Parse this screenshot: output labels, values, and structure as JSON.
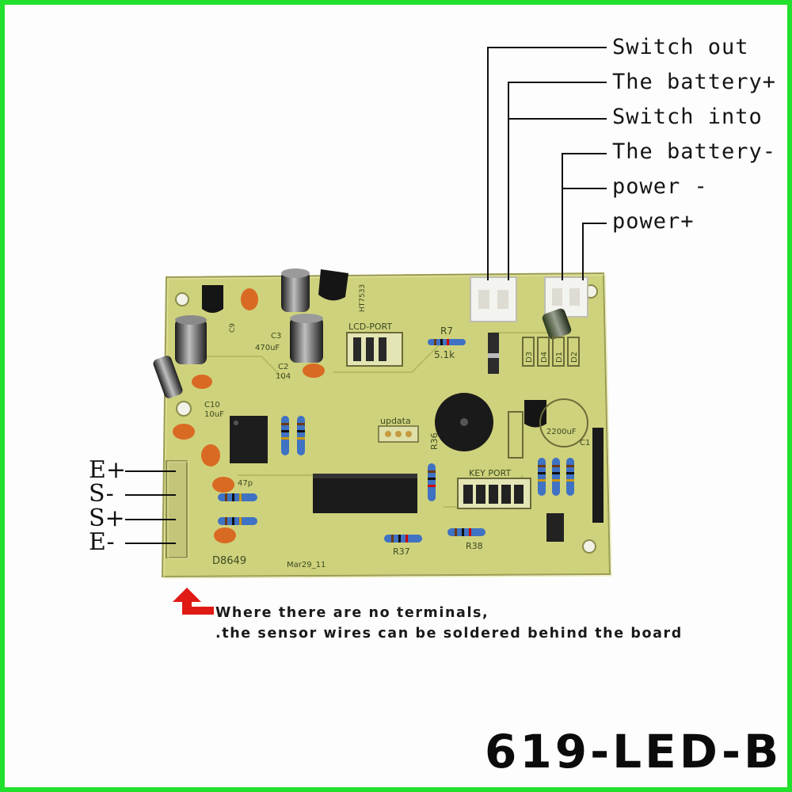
{
  "connector_labels": {
    "top_right": [
      "Switch out",
      "The battery+",
      "Switch into",
      "The battery-",
      "power -",
      "power+"
    ],
    "left_sensor": [
      "E+",
      "S-",
      "S+",
      "E-"
    ]
  },
  "silkscreen": {
    "board_code": "D8649",
    "date": "Mar29_11",
    "lcd_port": "LCD-PORT",
    "key_port": "KEY PORT",
    "updata": "updata",
    "r7": "R7",
    "r7_value": "5.1k",
    "r37": "R37",
    "r38": "R38",
    "r36": "R36",
    "c1": "C1",
    "c1_value": "2200uF",
    "c2": "C2",
    "c3": "C3",
    "c3_value": "470uF",
    "c10": "C10",
    "c10_value": "10uF",
    "cap_code": "104",
    "cap_47p": "47p",
    "c9": "C9",
    "u_ref": "HT7533",
    "d3": "D3",
    "d4": "D4",
    "d1": "D1",
    "d2": "D2"
  },
  "note": {
    "line1": "Where there are no terminals,",
    "line2": ".the sensor wires can be soldered behind the board"
  },
  "model": "619-LED-B",
  "colors": {
    "border": "#22e02c",
    "board": "#cdd07a",
    "arrow": "#e01a14"
  }
}
